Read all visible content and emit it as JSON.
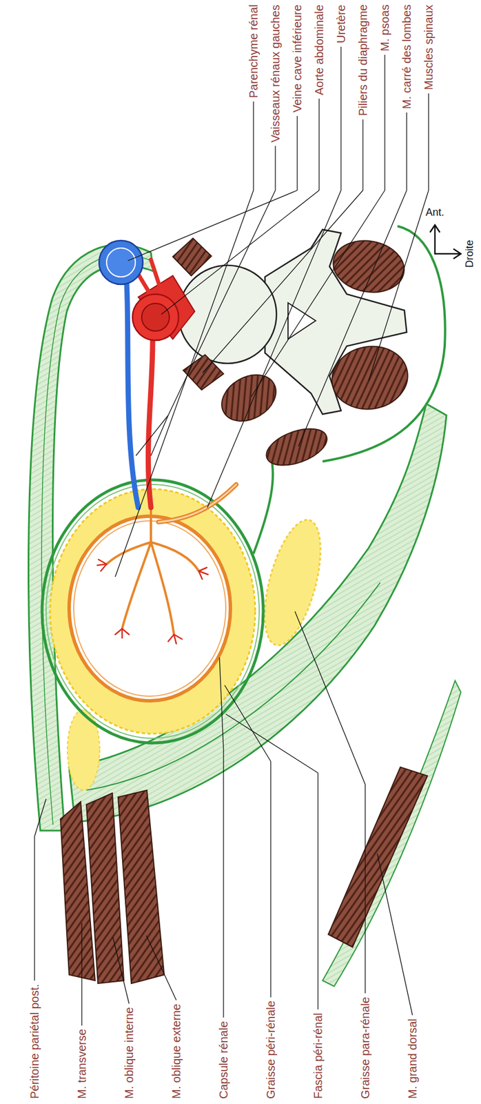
{
  "diagram": {
    "labels": [
      "Parenchyme rénal",
      "Vaisseaux rénaux gauches",
      "Veine cave inférieure",
      "Aorte abdominale",
      "Uretère",
      "Piliers du diaphragme",
      "M. psoas",
      "M. carré des lombes",
      "Muscles spinaux",
      "Péritoine pariétal post.",
      "M. transverse",
      "M. oblique interne",
      "M. oblique externe",
      "Capsule rénale",
      "Graisse péri-rénale",
      "Fascia péri-rénal",
      "Graisse para-rénale",
      "M. grand dorsal",
      "Ant.",
      "Droite"
    ]
  }
}
